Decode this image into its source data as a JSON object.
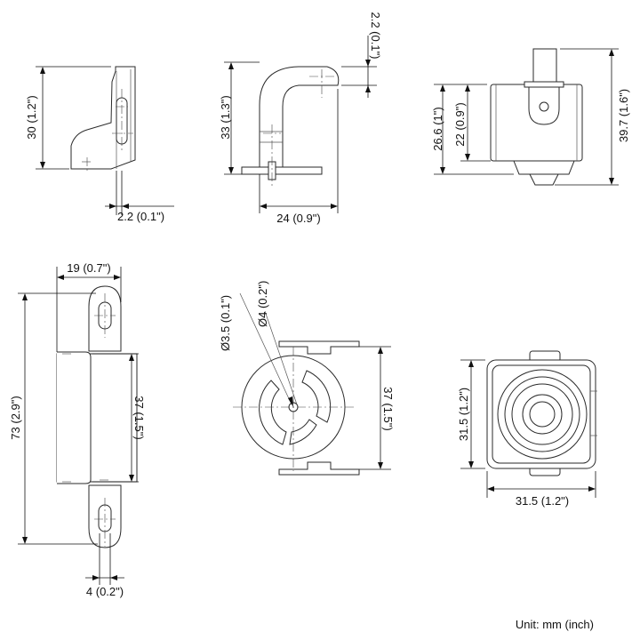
{
  "dimensions": {
    "bracket_height": "30 (1.2\")",
    "bracket_plate": "2.2 (0.1\")",
    "lbracket_thickness": "2.2 (0.1\")",
    "lbracket_height": "33 (1.3\")",
    "lbracket_depth": "24 (0.9\")",
    "body_height": "22 (0.9\")",
    "body_total": "26.6 (1\")",
    "overall_height": "39.7 (1.6\")",
    "front_width": "19 (0.7\")",
    "front_length": "73 (2.9\")",
    "front_body": "37 (1.5\")",
    "front_slot": "4 (0.2\")",
    "hole_small": "Ø3.5 (0.1\")",
    "hole_large": "Ø4 (0.2\")",
    "mount_height": "37 (1.5\")",
    "lens_height": "31.5 (1.2\")",
    "lens_width": "31.5 (1.2\")"
  },
  "footer": {
    "unit_note": "Unit: mm (inch)"
  }
}
